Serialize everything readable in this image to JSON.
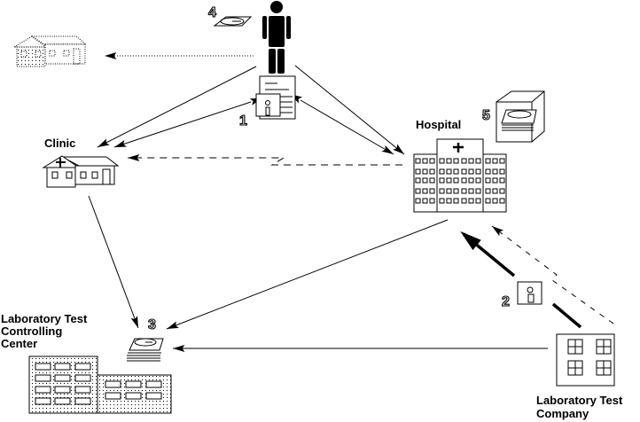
{
  "diagram": {
    "nodes": {
      "patient": {
        "label": ""
      },
      "clinic": {
        "label": "Clinic"
      },
      "hospital": {
        "label": "Hospital"
      },
      "control_center": {
        "label_lines": [
          "Laboratory Test",
          "Controlling",
          "Center"
        ]
      },
      "lab_company": {
        "label_lines": [
          "Laboratory Test",
          "Company"
        ]
      },
      "other_house": {
        "label": ""
      }
    },
    "steps": {
      "s1": "1",
      "s2": "2",
      "s3": "3",
      "s4": "4",
      "s5": "5"
    },
    "edges": [
      {
        "from": "patient",
        "to": "other_house",
        "style": "dotted"
      },
      {
        "from": "patient",
        "to": "clinic",
        "style": "solid"
      },
      {
        "from": "patient",
        "to": "hospital",
        "style": "solid"
      },
      {
        "from": "record",
        "to": "clinic",
        "style": "solid-bidirectional"
      },
      {
        "from": "record",
        "to": "hospital",
        "style": "solid-bidirectional"
      },
      {
        "from": "hospital",
        "to": "clinic",
        "style": "dashed"
      },
      {
        "from": "clinic",
        "to": "data_3",
        "style": "solid"
      },
      {
        "from": "hospital",
        "to": "data_3",
        "style": "solid"
      },
      {
        "from": "lab_company",
        "to": "data_3",
        "style": "solid"
      },
      {
        "from": "lab_company",
        "to": "hospital",
        "style": "bold"
      },
      {
        "from": "lab_company",
        "to": "hospital",
        "style": "dashed"
      }
    ]
  }
}
